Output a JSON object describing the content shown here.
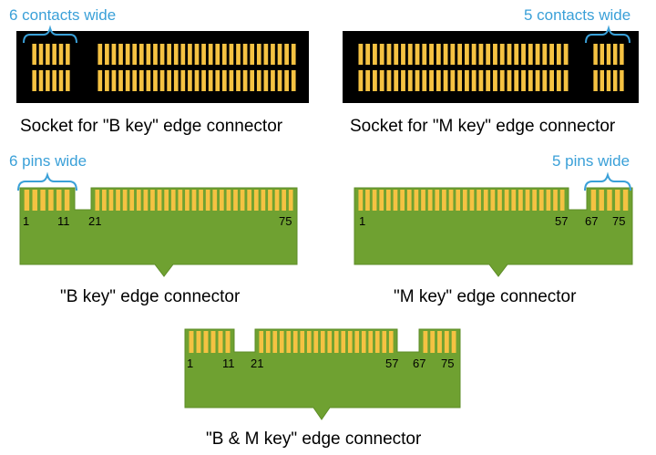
{
  "colors": {
    "socket": "#000000",
    "contact": "#f5c242",
    "pcb": "#6fa131",
    "pcb_edge": "#5e8c27",
    "pad": "#f5c242",
    "annotation": "#3aa0d8"
  },
  "socket_b": {
    "annotation": "6 contacts wide",
    "caption": "Socket for \"B key\" edge connector"
  },
  "socket_m": {
    "annotation": "5 contacts wide",
    "caption": "Socket for \"M key\" edge connector"
  },
  "conn_b": {
    "annotation": "6 pins wide",
    "caption": "\"B key\" edge connector",
    "pins": [
      "1",
      "11",
      "21",
      "75"
    ]
  },
  "conn_m": {
    "annotation": "5 pins wide",
    "caption": "\"M key\" edge connector",
    "pins": [
      "1",
      "57",
      "67",
      "75"
    ]
  },
  "conn_bm": {
    "caption": "\"B & M key\" edge connector",
    "pins": [
      "1",
      "11",
      "21",
      "57",
      "67",
      "75"
    ]
  }
}
